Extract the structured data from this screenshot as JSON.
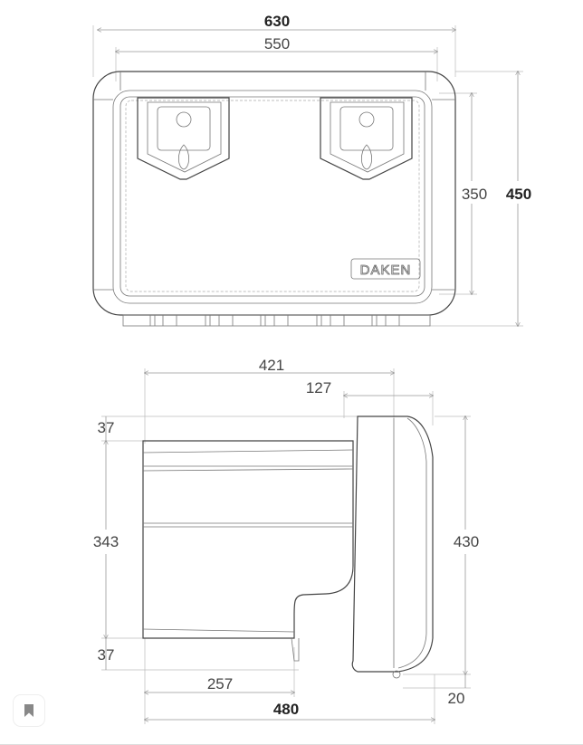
{
  "front_view": {
    "width_overall": "630",
    "width_inner": "550",
    "height_inner": "350",
    "height_overall": "450",
    "brand": "DAKEN"
  },
  "side_view": {
    "depth_body": "421",
    "depth_lid": "127",
    "top_offset": "37",
    "body_height": "343",
    "bottom_offset": "37",
    "lid_height": "430",
    "step_depth": "257",
    "depth_overall": "480",
    "foot_height": "20"
  },
  "icons": {
    "bookmark": "bookmark-icon"
  }
}
